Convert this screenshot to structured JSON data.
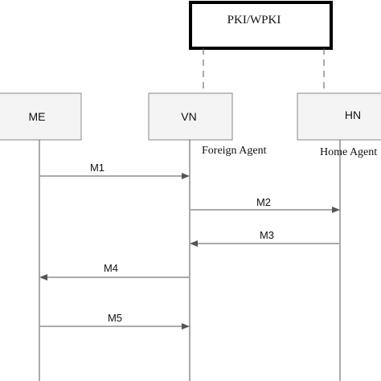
{
  "pki": {
    "label": "PKI/WPKI"
  },
  "nodes": {
    "me": {
      "label": "ME"
    },
    "vn": {
      "label": "VN",
      "role": "Foreign Agent"
    },
    "hn": {
      "label": "HN",
      "role": "Home Agent"
    }
  },
  "messages": [
    {
      "label": "M1",
      "from": "ME",
      "to": "VN"
    },
    {
      "label": "M2",
      "from": "VN",
      "to": "HN"
    },
    {
      "label": "M3",
      "from": "HN",
      "to": "VN"
    },
    {
      "label": "M4",
      "from": "VN",
      "to": "ME"
    },
    {
      "label": "M5",
      "from": "ME",
      "to": "VN"
    }
  ],
  "colors": {
    "line": "#555555",
    "box_border": "#888888",
    "node_fill": "#f4f4f4",
    "pki_border": "#000000",
    "text": "#111111"
  }
}
